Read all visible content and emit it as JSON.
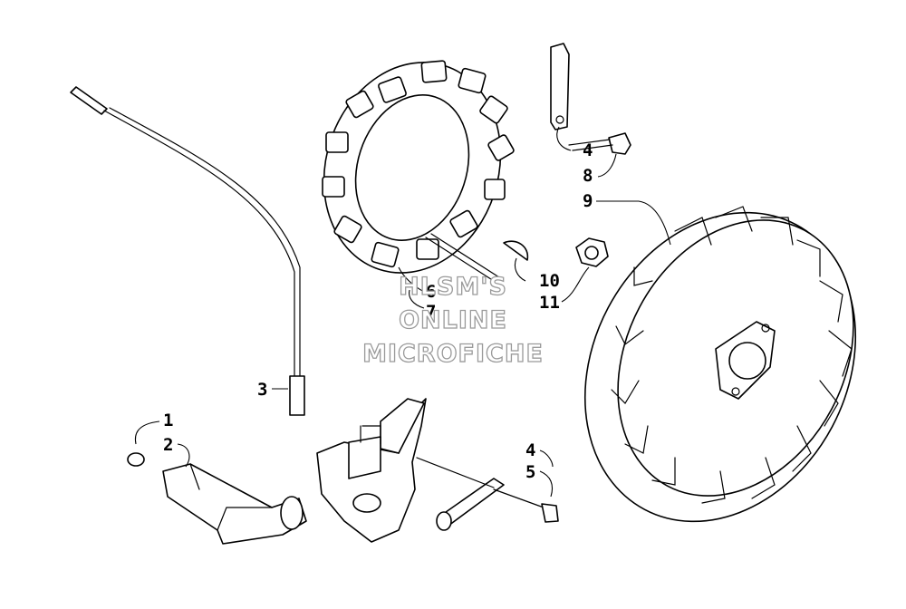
{
  "callouts": {
    "c1": "1",
    "c2": "2",
    "c3": "3",
    "c4a": "4",
    "c8": "8",
    "c9": "9",
    "c10": "10",
    "c11": "11",
    "c6": "6",
    "c7": "7",
    "c4b": "4",
    "c5": "5"
  },
  "watermark": {
    "line1": "HLSM'S",
    "line2": "ONLINE",
    "line3": "MICROFICHE"
  }
}
